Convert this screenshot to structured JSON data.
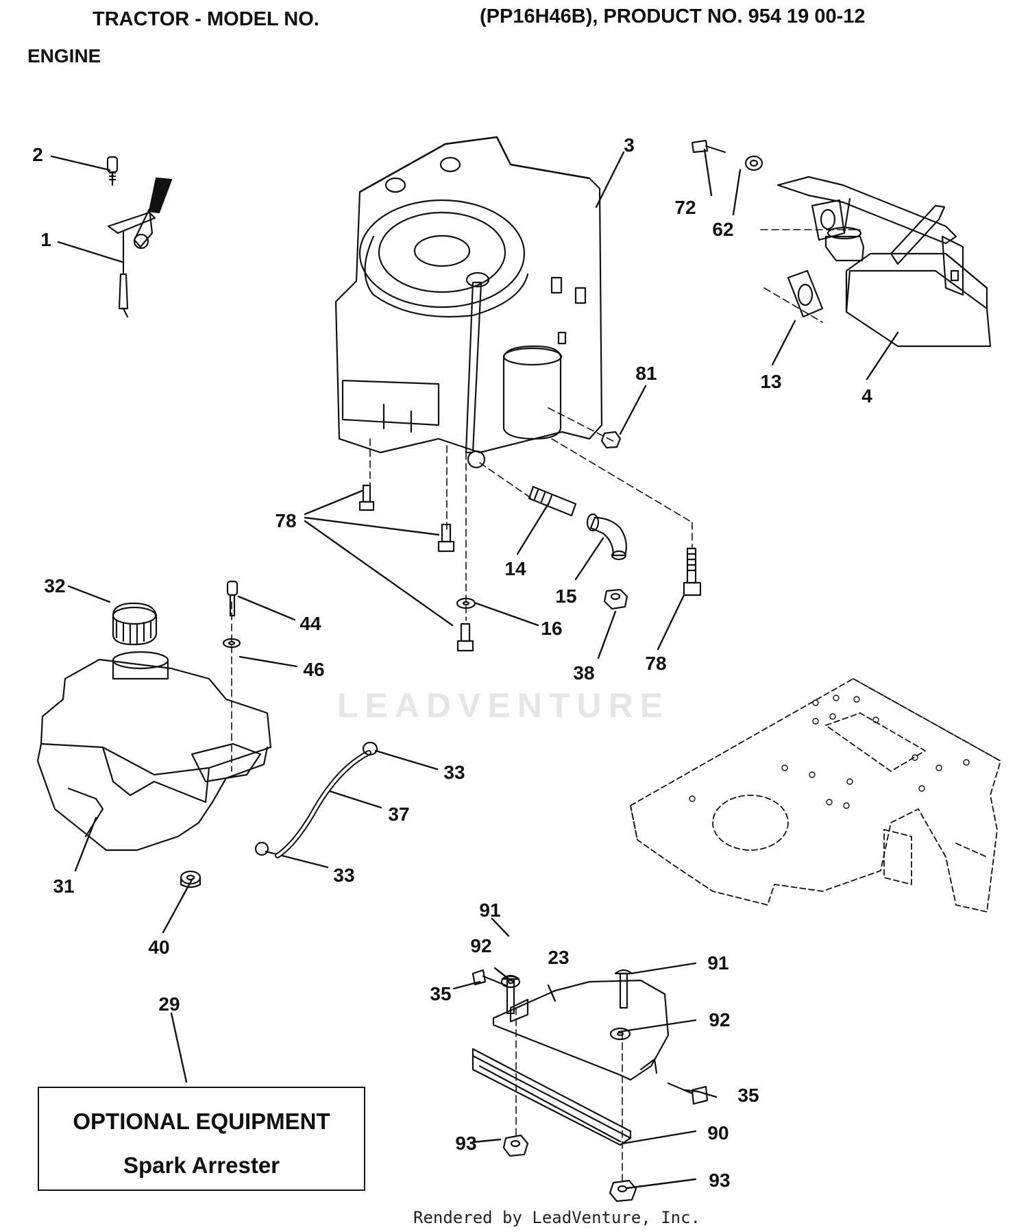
{
  "header": {
    "title_left": "TRACTOR - MODEL NO.",
    "title_right": "(PP16H46B), PRODUCT NO. 954 19 00-12",
    "section": "ENGINE"
  },
  "callouts": [
    {
      "id": "c2",
      "text": "2"
    },
    {
      "id": "c1",
      "text": "1"
    },
    {
      "id": "c3",
      "text": "3"
    },
    {
      "id": "c72",
      "text": "72"
    },
    {
      "id": "c62",
      "text": "62"
    },
    {
      "id": "c13",
      "text": "13"
    },
    {
      "id": "c4",
      "text": "4"
    },
    {
      "id": "c81",
      "text": "81"
    },
    {
      "id": "c78a",
      "text": "78"
    },
    {
      "id": "c14",
      "text": "14"
    },
    {
      "id": "c15",
      "text": "15"
    },
    {
      "id": "c16",
      "text": "16"
    },
    {
      "id": "c38",
      "text": "38"
    },
    {
      "id": "c78b",
      "text": "78"
    },
    {
      "id": "c32",
      "text": "32"
    },
    {
      "id": "c44",
      "text": "44"
    },
    {
      "id": "c46",
      "text": "46"
    },
    {
      "id": "c33a",
      "text": "33"
    },
    {
      "id": "c37",
      "text": "37"
    },
    {
      "id": "c33b",
      "text": "33"
    },
    {
      "id": "c31",
      "text": "31"
    },
    {
      "id": "c40",
      "text": "40"
    },
    {
      "id": "c29",
      "text": "29"
    },
    {
      "id": "c91a",
      "text": "91"
    },
    {
      "id": "c92a",
      "text": "92"
    },
    {
      "id": "c23",
      "text": "23"
    },
    {
      "id": "c35a",
      "text": "35"
    },
    {
      "id": "c91b",
      "text": "91"
    },
    {
      "id": "c92b",
      "text": "92"
    },
    {
      "id": "c35b",
      "text": "35"
    },
    {
      "id": "c90",
      "text": "90"
    },
    {
      "id": "c93a",
      "text": "93"
    },
    {
      "id": "c93b",
      "text": "93"
    }
  ],
  "optional_equipment": {
    "title": "OPTIONAL EQUIPMENT",
    "item": "Spark Arrester"
  },
  "watermark": "LEADVENTURE",
  "footer": "Rendered by LeadVenture, Inc."
}
